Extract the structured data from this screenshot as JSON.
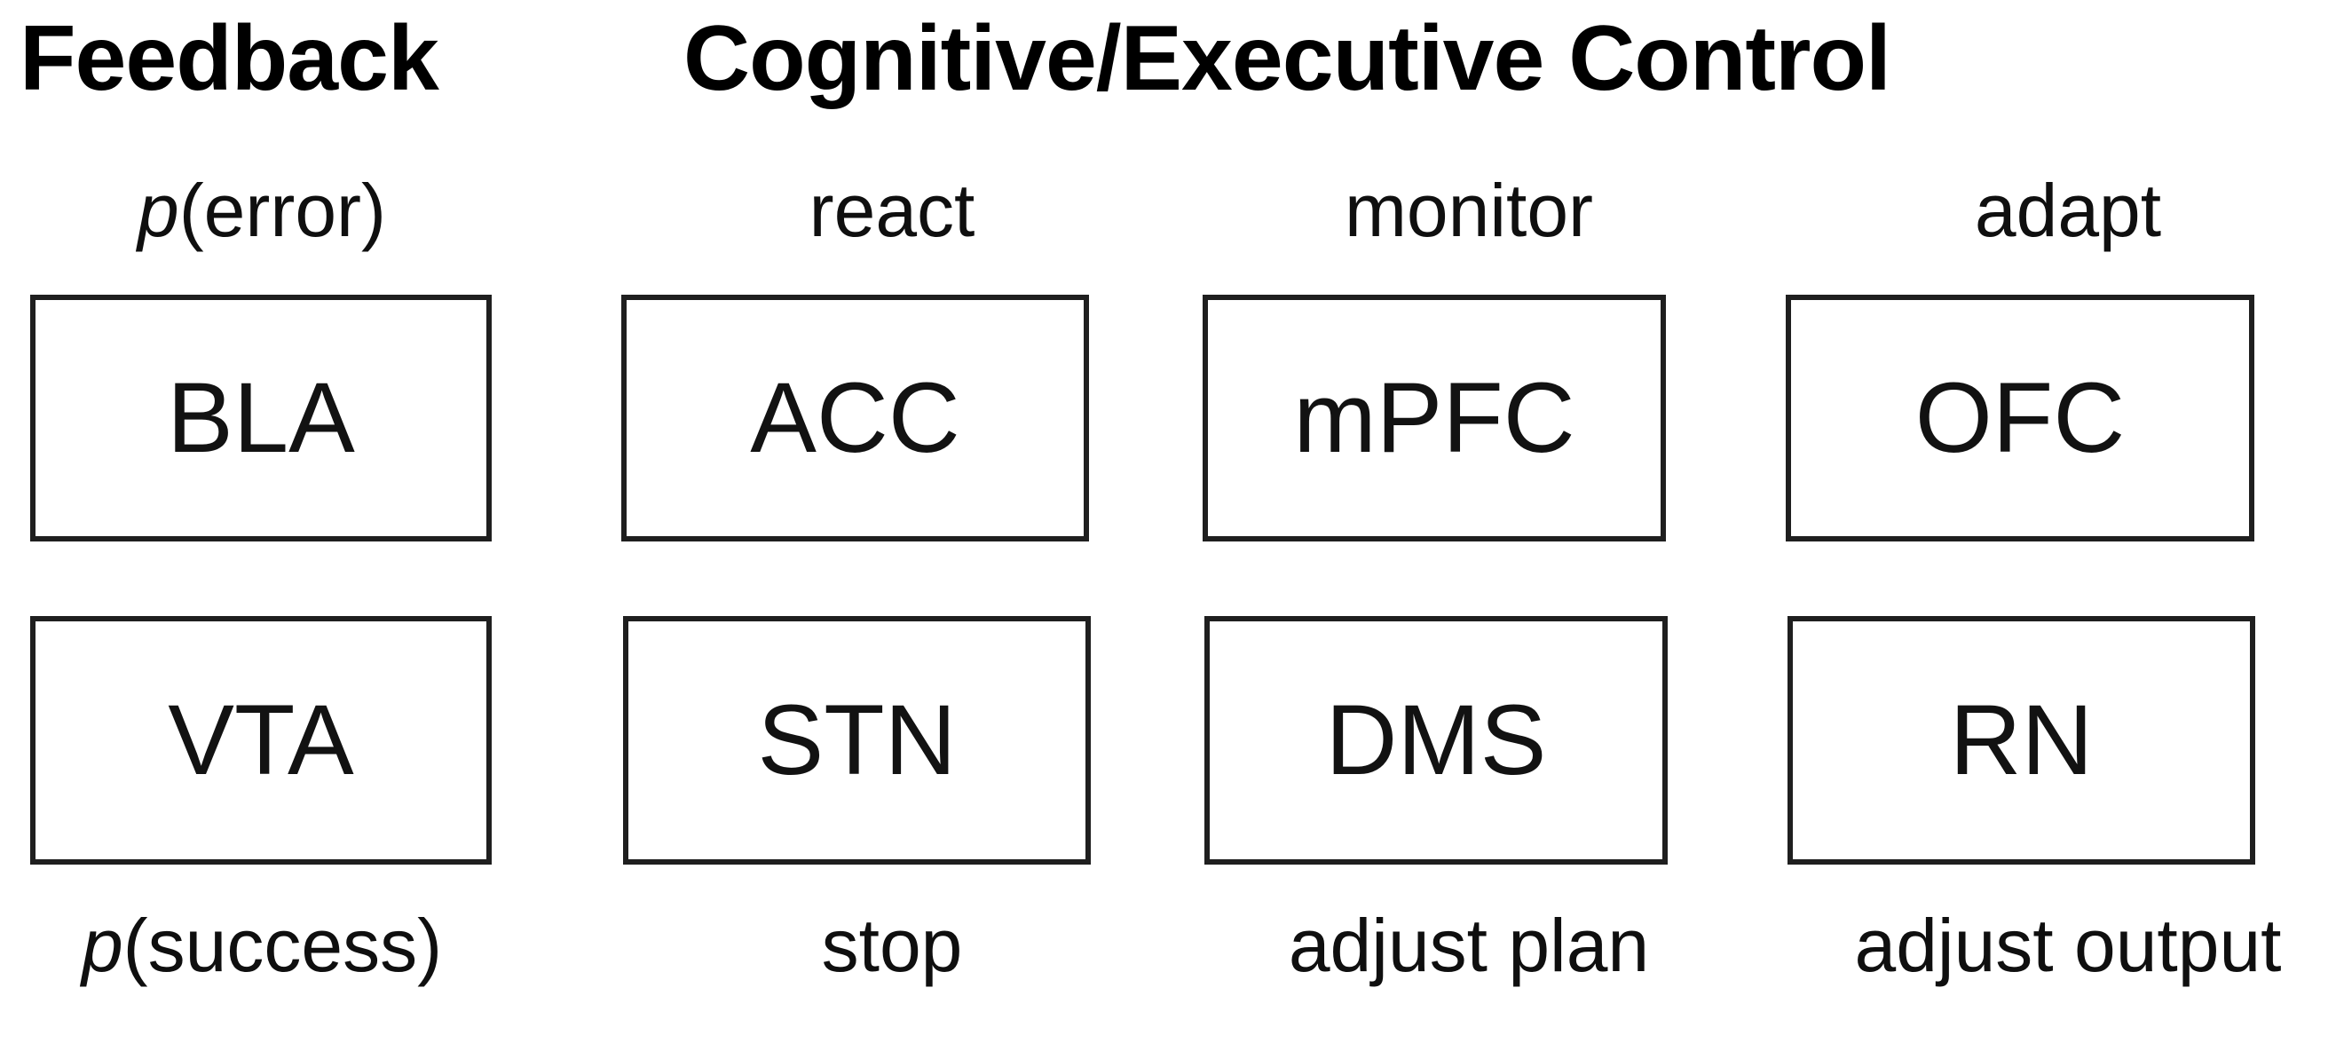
{
  "diagram": {
    "title_groups": [
      {
        "id": "feedback",
        "label": "Feedback"
      },
      {
        "id": "cognitive-executive-control",
        "label": "Cognitive/Executive Control"
      }
    ],
    "top_sublabels": [
      {
        "id": "p-error",
        "italic_prefix": "p",
        "rest": "(error)"
      },
      {
        "id": "react",
        "italic_prefix": "",
        "rest": "react"
      },
      {
        "id": "monitor",
        "italic_prefix": "",
        "rest": "monitor"
      },
      {
        "id": "adapt",
        "italic_prefix": "",
        "rest": "adapt"
      }
    ],
    "bottom_sublabels": [
      {
        "id": "p-success",
        "italic_prefix": "p",
        "rest": "(success)"
      },
      {
        "id": "stop",
        "italic_prefix": "",
        "rest": "stop"
      },
      {
        "id": "adjust-plan",
        "italic_prefix": "",
        "rest": "adjust plan"
      },
      {
        "id": "adjust-output",
        "italic_prefix": "",
        "rest": "adjust output"
      }
    ],
    "rows": [
      {
        "id": "row-top",
        "boxes": [
          {
            "id": "bla",
            "label": "BLA"
          },
          {
            "id": "acc",
            "label": "ACC"
          },
          {
            "id": "mpfc",
            "label": "mPFC"
          },
          {
            "id": "ofc",
            "label": "OFC"
          }
        ]
      },
      {
        "id": "row-bottom",
        "boxes": [
          {
            "id": "vta",
            "label": "VTA"
          },
          {
            "id": "stn",
            "label": "STN"
          },
          {
            "id": "dms",
            "label": "DMS"
          },
          {
            "id": "rn",
            "label": "RN"
          }
        ]
      }
    ],
    "colors": {
      "background": "#ffffff",
      "box_border": "#1f1f1f",
      "text": "#121212",
      "title_text": "#000000"
    }
  }
}
